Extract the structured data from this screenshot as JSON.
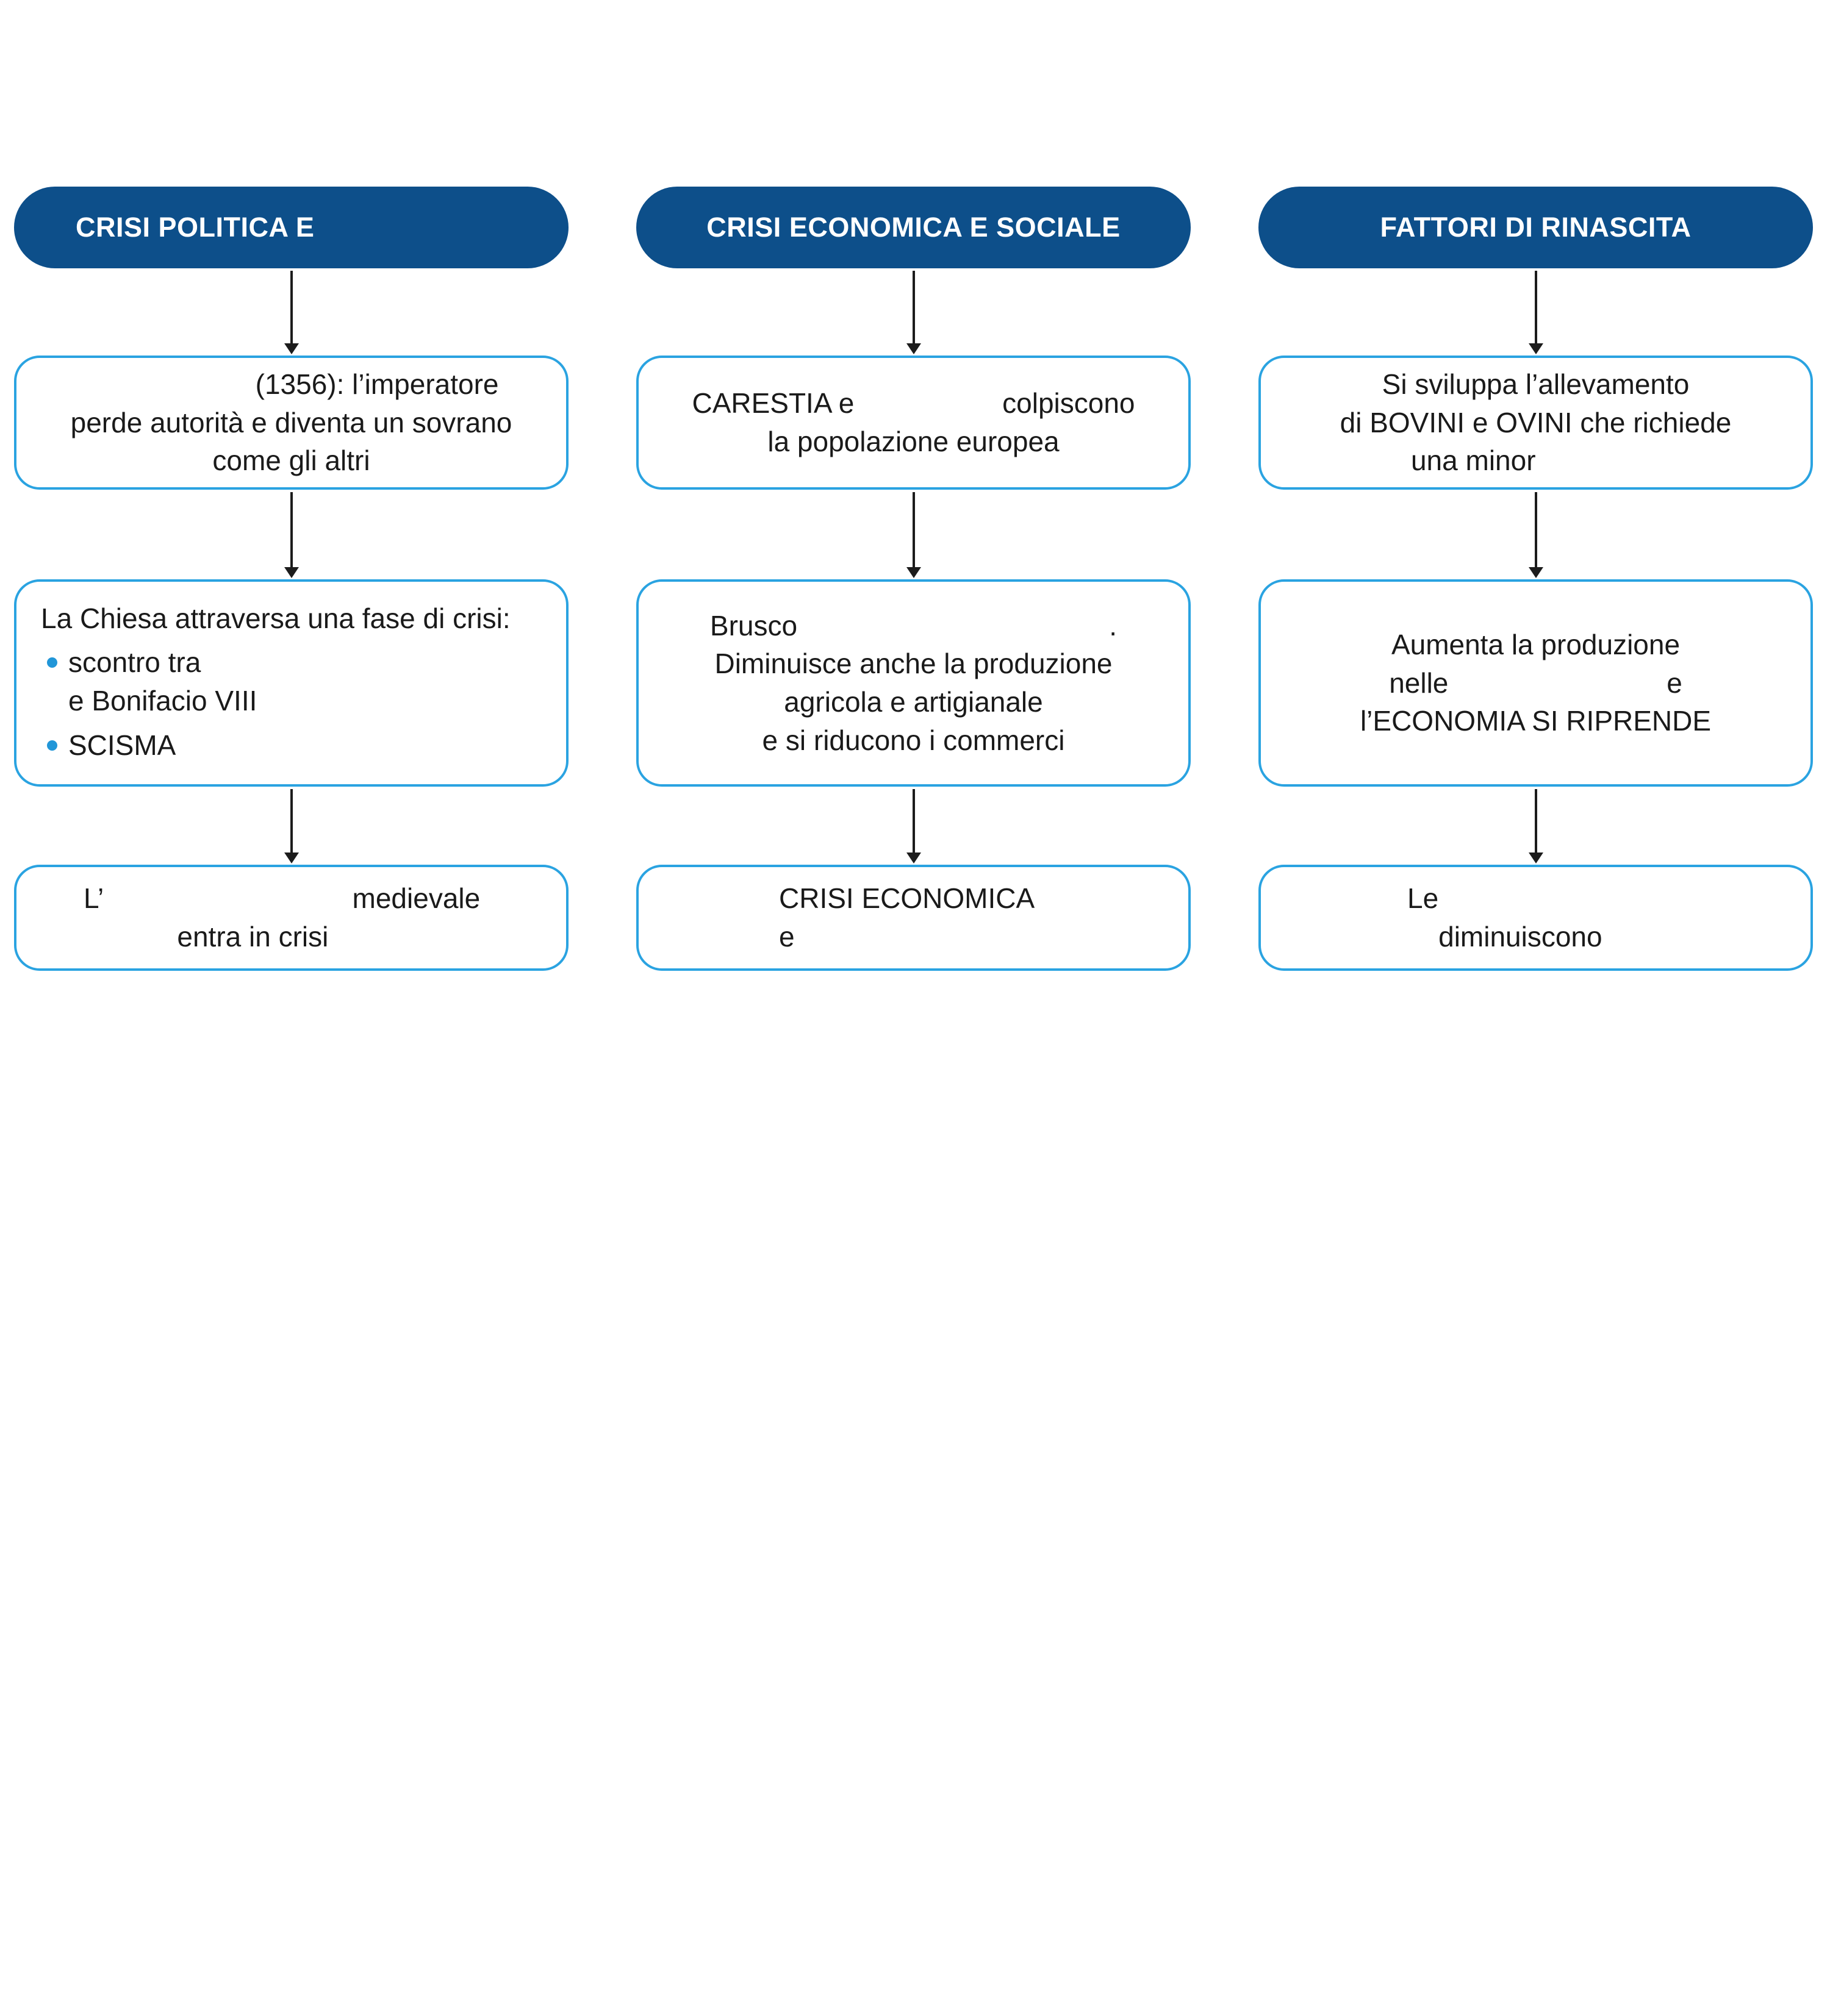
{
  "colors": {
    "header_bg": "#0d4f8a",
    "box_border": "#2aa3e1",
    "bullet": "#2196d8",
    "text": "#1a1a1a"
  },
  "columns": [
    {
      "header": "CRISI POLITICA E",
      "boxes": [
        {
          "text": "                      (1356): l’imperatore\nperde autorità e diventa un sovrano\ncome gli altri"
        },
        {
          "title": "La Chiesa attraversa una fase di crisi:",
          "bullets": [
            "scontro tra\ne Bonifacio VIII",
            "SCISMA"
          ]
        },
        {
          "text": "L’                                medievale\n            entra in crisi"
        }
      ]
    },
    {
      "header": "CRISI ECONOMICA E SOCIALE",
      "boxes": [
        {
          "text": "CARESTIA e                   colpiscono\nla popolazione europea"
        },
        {
          "text": "Brusco                                        .\nDiminuisce anche la produzione\nagricola e artigianale\ne si riducono i commerci"
        },
        {
          "text": "CRISI ECONOMICA\ne"
        }
      ]
    },
    {
      "header": "FATTORI DI RINASCITA",
      "boxes": [
        {
          "text": "Si sviluppa l’allevamento\ndi BOVINI e OVINI che richiede\nuna minor                "
        },
        {
          "text": "Aumenta la produzione\nnelle                            e\nl’ECONOMIA SI RIPRENDE"
        },
        {
          "text": "Le\n    diminuiscono"
        }
      ]
    }
  ]
}
